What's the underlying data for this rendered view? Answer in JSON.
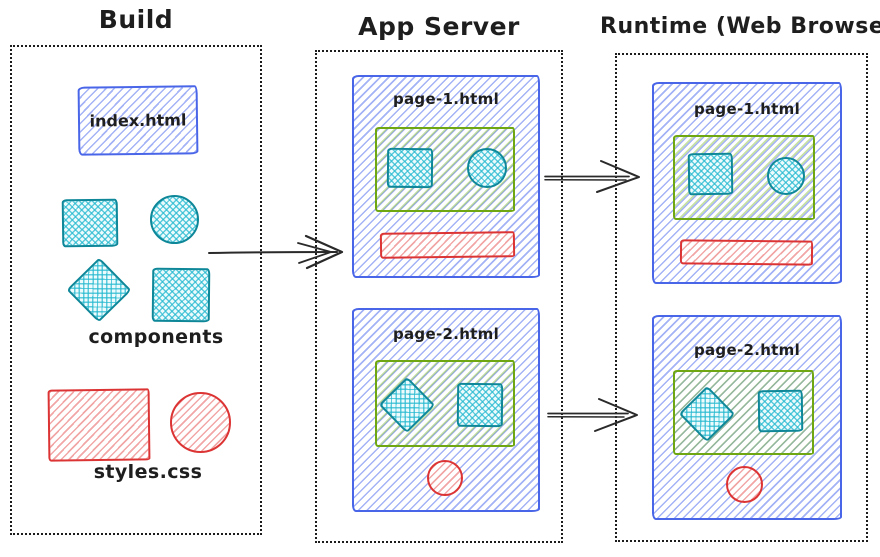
{
  "columns": {
    "build": {
      "title": "Build",
      "index_label": "index.html",
      "components_label": "components",
      "styles_label": "styles.css",
      "component_shapes": [
        "square",
        "circle",
        "diamond",
        "square"
      ],
      "style_shapes": [
        "rectangle",
        "circle"
      ]
    },
    "app_server": {
      "title": "App Server",
      "pages": [
        {
          "label": "page-1.html",
          "content_shapes": [
            "square",
            "circle"
          ],
          "style_shape": "bar"
        },
        {
          "label": "page-2.html",
          "content_shapes": [
            "diamond",
            "square"
          ],
          "style_shape": "circle"
        }
      ]
    },
    "runtime": {
      "title": "Runtime (Web Browser)",
      "pages": [
        {
          "label": "page-1.html",
          "content_shapes": [
            "square",
            "circle"
          ],
          "style_shape": "bar"
        },
        {
          "label": "page-2.html",
          "content_shapes": [
            "diamond",
            "square"
          ],
          "style_shape": "circle"
        }
      ]
    }
  },
  "flow": {
    "arrow1": "build-to-app-server",
    "arrow2": "app-server-page1-to-runtime-page1",
    "arrow3": "app-server-page2-to-runtime-page2"
  },
  "colors": {
    "ink": "#1e1e1e",
    "blue_stroke": "#4a66e8",
    "blue_hatch": "#9fadf0",
    "teal_stroke": "#0e8799",
    "teal_hatch": "#3bc9db",
    "green_stroke": "#6fa713",
    "green_hatch": "#8fce5a",
    "red_stroke": "#dc3434",
    "red_hatch": "#f09c9c"
  }
}
